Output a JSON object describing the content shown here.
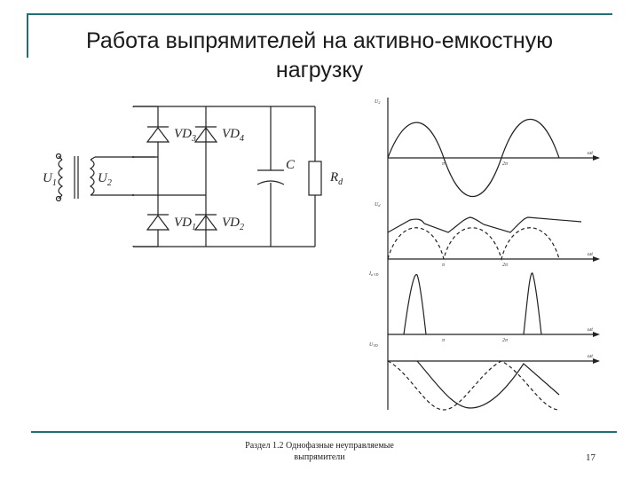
{
  "slide": {
    "title_line1": "Работа выпрямителей на активно-емкостную",
    "title_line2": "нагрузку",
    "footer_line1": "Раздел 1.2 Однофазные неуправляемые",
    "footer_line2": "выпрямители",
    "page_number": "17"
  },
  "circuit": {
    "u1": "U",
    "u1_sub": "1",
    "u2": "U",
    "u2_sub": "2",
    "vd3": "VD",
    "vd3_sub": "3",
    "vd4": "VD",
    "vd4_sub": "4",
    "vd1": "VD",
    "vd1_sub": "1",
    "vd2": "VD",
    "vd2_sub": "2",
    "cap": "C",
    "load": "R",
    "load_sub": "d"
  },
  "graphs": {
    "wt": "ωt",
    "pi": "π",
    "two_pi": "2π",
    "g1_label": "U",
    "g1_sub": "2",
    "g2_label": "U",
    "g2_sub": "d",
    "g3_label": "I",
    "g3_sub": "a VD",
    "g4_label": "U",
    "g4_sub": "VD"
  },
  "colors": {
    "accent": "#1f6f74"
  }
}
